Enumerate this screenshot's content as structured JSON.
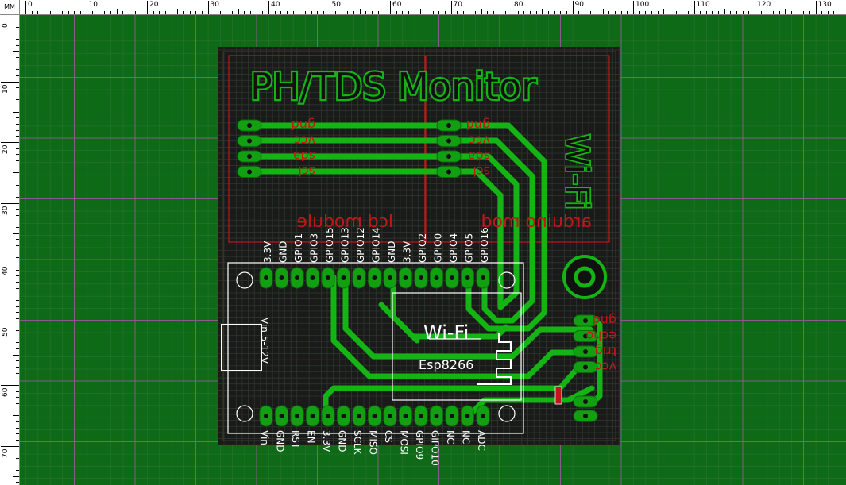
{
  "ruler": {
    "unit_label": "MM",
    "x_ticks": [
      "0",
      "10",
      "20",
      "30",
      "40",
      "50",
      "60",
      "70",
      "80",
      "90",
      "100",
      "110",
      "120",
      "130"
    ],
    "y_ticks": [
      "0",
      "10",
      "20",
      "30",
      "40",
      "50",
      "60",
      "70"
    ]
  },
  "colors": {
    "background": "#0e6a17",
    "grid_minor": "#3c7a3c",
    "grid_major": "#7a4e7a",
    "board": "#1a1a1a",
    "copper": "#15b415",
    "silk": "#ffffff",
    "outline_red": "#cc1a1a",
    "pad_green": "#12a012"
  },
  "board": {
    "title": "PH/TDS Monitor",
    "wifi_vertical_label": "Wi-Fi"
  },
  "module_top": {
    "pins": [
      "3.3V",
      "GND",
      "GPIO1",
      "GPIO3",
      "GPIO15",
      "GPIO13",
      "GPIO12",
      "GPIO14",
      "GND",
      "3.3V",
      "GPIO2",
      "GPIO0",
      "GPIO4",
      "GPIO5",
      "GPIO16"
    ]
  },
  "module_bottom": {
    "pins": [
      "Vin",
      "GND",
      "RST",
      "EN",
      "3.3V",
      "GND",
      "SCLK",
      "MISO",
      "CS",
      "MOSI",
      "GPIO9",
      "GIPO10",
      "NC",
      "NC",
      "ADC"
    ]
  },
  "module_labels": {
    "wifi": "Wi-Fi",
    "chip": "Esp8266",
    "vin": "Vin 5-12V"
  },
  "connector_left": {
    "pins": [
      "gnd",
      "vcc",
      "sda",
      "scl"
    ]
  },
  "connector_mid": {
    "pins": [
      "gnd",
      "vcc",
      "sda",
      "scl"
    ]
  },
  "connector_right": {
    "pins": [
      "gnd",
      "echo",
      "trig",
      "vcc"
    ]
  },
  "mirrored_labels": {
    "lcd": "lcd module",
    "arduino": "arduino mod"
  }
}
